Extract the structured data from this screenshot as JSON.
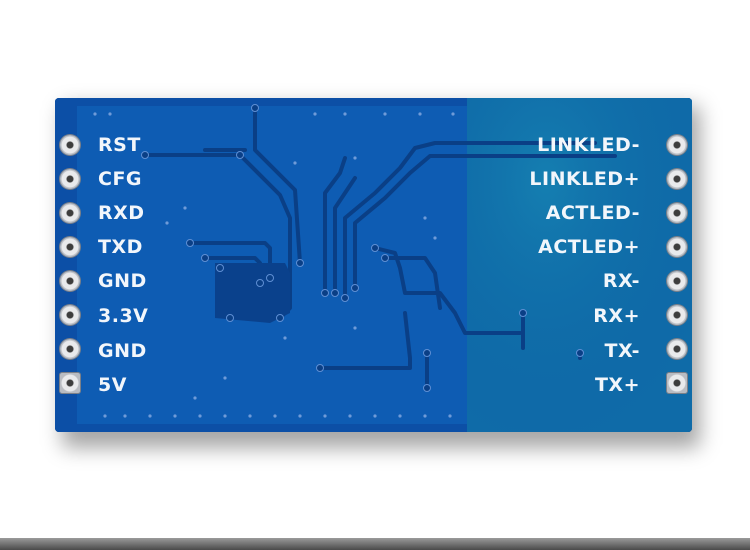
{
  "image": {
    "subject": "pcb-module-back-side",
    "colors": {
      "background": "#ffffff",
      "board": "#0c4fa6",
      "board_edge": "#0a3f86",
      "ground_plane": "#0e62b8",
      "copper_free_zone": "#0f6fb0",
      "trace": "#0a3f86",
      "silkscreen": "#f2f6fb",
      "pad_metal": "#e9eaec"
    },
    "left_pins": [
      "RST",
      "CFG",
      "RXD",
      "TXD",
      "GND",
      "3.3V",
      "GND",
      "5V"
    ],
    "right_pins": [
      "LINKLED-",
      "LINKLED+",
      "ACTLED-",
      "ACTLED+",
      "RX-",
      "RX+",
      "TX-",
      "TX+"
    ]
  }
}
